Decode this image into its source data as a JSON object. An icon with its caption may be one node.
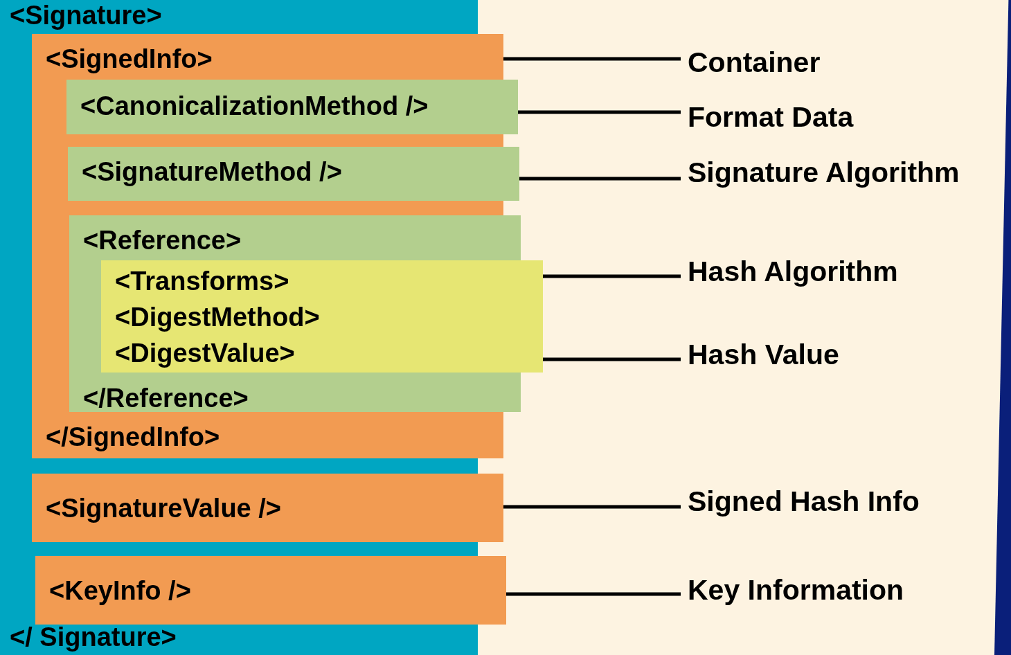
{
  "diagram": {
    "nodes": [
      {
        "text": [
          "<Signature>",
          "</ Signature>"
        ]
      },
      {
        "text": [
          "<SignedInfo>",
          "</SignedInfo>"
        ],
        "in": 0
      },
      {
        "text": [
          "<CanonicalizationMethod />"
        ],
        "in": 1
      },
      {
        "text": [
          "<SignatureMethod />"
        ],
        "in": 1
      },
      {
        "text": [
          "<Reference>",
          "</Reference>"
        ],
        "in": 1
      },
      {
        "text": [
          "<Transforms>",
          "<DigestMethod>",
          "<DigestValue>"
        ],
        "in": 4
      },
      {
        "text": [
          "<SignatureValue />"
        ],
        "in": 0
      },
      {
        "text": [
          "<KeyInfo />"
        ],
        "in": 0
      },
      {
        "text": [
          "Container"
        ]
      },
      {
        "text": [
          "Format Data"
        ]
      },
      {
        "text": [
          "Signature Algorithm"
        ]
      },
      {
        "text": [
          "Hash Algorithm"
        ]
      },
      {
        "text": [
          "Hash Value"
        ]
      },
      {
        "text": [
          "Signed Hash Info"
        ]
      },
      {
        "text": [
          "Key Information"
        ]
      }
    ],
    "edges": [
      {
        "from": 8,
        "to": 1,
        "arrow": "none"
      },
      {
        "from": 9,
        "to": 2,
        "arrow": "none"
      },
      {
        "from": 10,
        "to": 3,
        "arrow": "none"
      },
      {
        "from": 11,
        "to": 5,
        "arrow": "none"
      },
      {
        "from": 12,
        "to": 5,
        "arrow": "none"
      },
      {
        "from": 13,
        "to": 6,
        "arrow": "none"
      },
      {
        "from": 14,
        "to": 7,
        "arrow": "none"
      }
    ]
  }
}
